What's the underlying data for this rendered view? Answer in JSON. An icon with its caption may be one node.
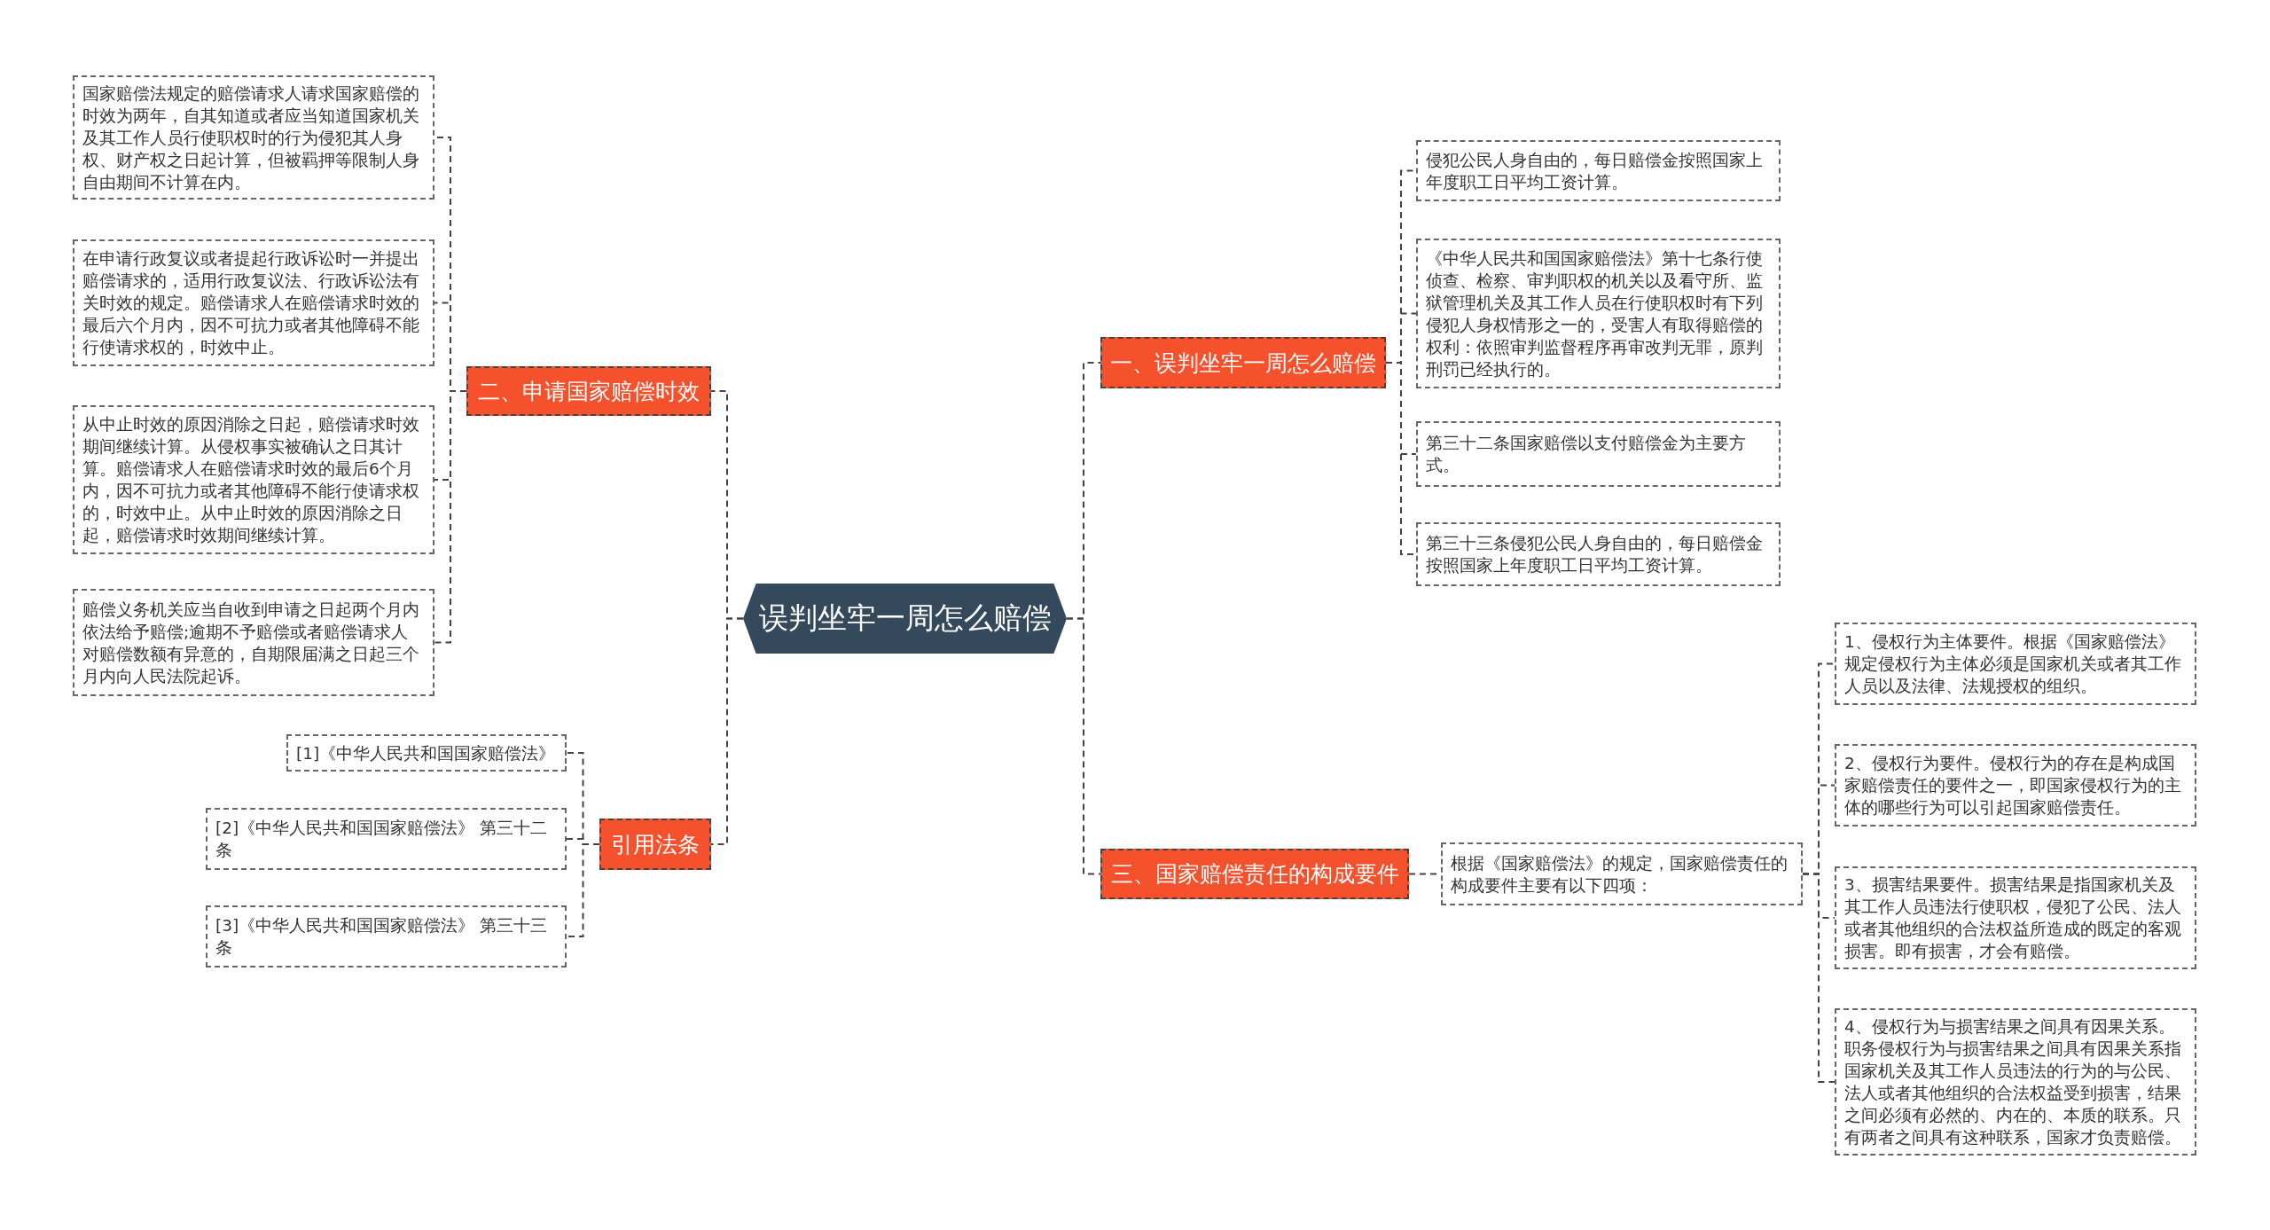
{
  "diagram": {
    "nodes": [
      {
        "text": [
          "误判坐牢一周怎么赔偿"
        ]
      },
      {
        "text": [
          "二、申请国家赔偿时效"
        ]
      },
      {
        "text": [
          "国家赔偿法规定的赔偿请求人请求国家赔偿的时效为两年，自其知道或者应当知道国家机关及其工作人员行使职权时的行为侵犯其人身权、财产权之日起计算，但被羁押等限制人身自由期间不计算在内。"
        ]
      },
      {
        "text": [
          "在申请行政复议或者提起行政诉讼时一并提出赔偿请求的，适用行政复议法、行政诉讼法有关时效的规定。赔偿请求人在赔偿请求时效的最后六个月内，因不可抗力或者其他障碍不能行使请求权的，时效中止。"
        ]
      },
      {
        "text": [
          "从中止时效的原因消除之日起，赔偿请求时效期间继续计算。从侵权事实被确认之日其计算。赔偿请求人在赔偿请求时效的最后6个月内，因不可抗力或者其他障碍不能行使请求权的，时效中止。从中止时效的原因消除之日起，赔偿请求时效期间继续计算。"
        ]
      },
      {
        "text": [
          "赔偿义务机关应当自收到申请之日起两个月内依法给予赔偿;逾期不予赔偿或者赔偿请求人对赔偿数额有异意的，自期限届满之日起三个月内向人民法院起诉。"
        ]
      },
      {
        "text": [
          "引用法条"
        ]
      },
      {
        "text": [
          "[1]《中华人民共和国国家赔偿法》"
        ]
      },
      {
        "text": [
          "[2]《中华人民共和国国家赔偿法》 第三十二条"
        ]
      },
      {
        "text": [
          "[3]《中华人民共和国国家赔偿法》 第三十三条"
        ]
      },
      {
        "text": [
          "一、误判坐牢一周怎么赔偿"
        ]
      },
      {
        "text": [
          "侵犯公民人身自由的，每日赔偿金按照国家上年度职工日平均工资计算。"
        ]
      },
      {
        "text": [
          "《中华人民共和国国家赔偿法》第十七条行使侦查、检察、审判职权的机关以及看守所、监狱管理机关及其工作人员在行使职权时有下列侵犯人身权情形之一的，受害人有取得赔偿的权利：依照审判监督程序再审改判无罪，原判刑罚已经执行的。"
        ]
      },
      {
        "text": [
          "第三十二条国家赔偿以支付赔偿金为主要方式。"
        ]
      },
      {
        "text": [
          "第三十三条侵犯公民人身自由的，每日赔偿金按照国家上年度职工日平均工资计算。"
        ]
      },
      {
        "text": [
          "三、国家赔偿责任的构成要件"
        ]
      },
      {
        "text": [
          "根据《国家赔偿法》的规定，国家赔偿责任的构成要件主要有以下四项："
        ]
      },
      {
        "text": [
          "1、侵权行为主体要件。根据《国家赔偿法》规定侵权行为主体必须是国家机关或者其工作人员以及法律、法规授权的组织。"
        ]
      },
      {
        "text": [
          "2、侵权行为要件。侵权行为的存在是构成国家赔偿责任的要件之一，即国家侵权行为的主体的哪些行为可以引起国家赔偿责任。"
        ]
      },
      {
        "text": [
          "3、损害结果要件。损害结果是指国家机关及其工作人员违法行使职权，侵犯了公民、法人或者其他组织的合法权益所造成的既定的客观损害。即有损害，才会有赔偿。"
        ]
      },
      {
        "text": [
          "4、侵权行为与损害结果之间具有因果关系。职务侵权行为与损害结果之间具有因果关系指国家机关及其工作人员违法的行为的与公民、法人或者其他组织的合法权益受到损害，结果之间必须有必然的、内在的、本质的联系。只有两者之间具有这种联系，国家才负责赔偿。"
        ]
      }
    ],
    "edges": [
      {
        "from": 0,
        "to": 1,
        "arrow": "none"
      },
      {
        "from": 0,
        "to": 6,
        "arrow": "none"
      },
      {
        "from": 0,
        "to": 10,
        "arrow": "none"
      },
      {
        "from": 0,
        "to": 15,
        "arrow": "none"
      },
      {
        "from": 1,
        "to": 2,
        "arrow": "none"
      },
      {
        "from": 1,
        "to": 3,
        "arrow": "none"
      },
      {
        "from": 1,
        "to": 4,
        "arrow": "none"
      },
      {
        "from": 1,
        "to": 5,
        "arrow": "none"
      },
      {
        "from": 6,
        "to": 7,
        "arrow": "none"
      },
      {
        "from": 6,
        "to": 8,
        "arrow": "none"
      },
      {
        "from": 6,
        "to": 9,
        "arrow": "none"
      },
      {
        "from": 10,
        "to": 11,
        "arrow": "none"
      },
      {
        "from": 10,
        "to": 12,
        "arrow": "none"
      },
      {
        "from": 10,
        "to": 13,
        "arrow": "none"
      },
      {
        "from": 10,
        "to": 14,
        "arrow": "none"
      },
      {
        "from": 15,
        "to": 16,
        "arrow": "none"
      },
      {
        "from": 16,
        "to": 17,
        "arrow": "none"
      },
      {
        "from": 16,
        "to": 18,
        "arrow": "none"
      },
      {
        "from": 16,
        "to": 19,
        "arrow": "none"
      },
      {
        "from": 16,
        "to": 20,
        "arrow": "none"
      }
    ]
  }
}
